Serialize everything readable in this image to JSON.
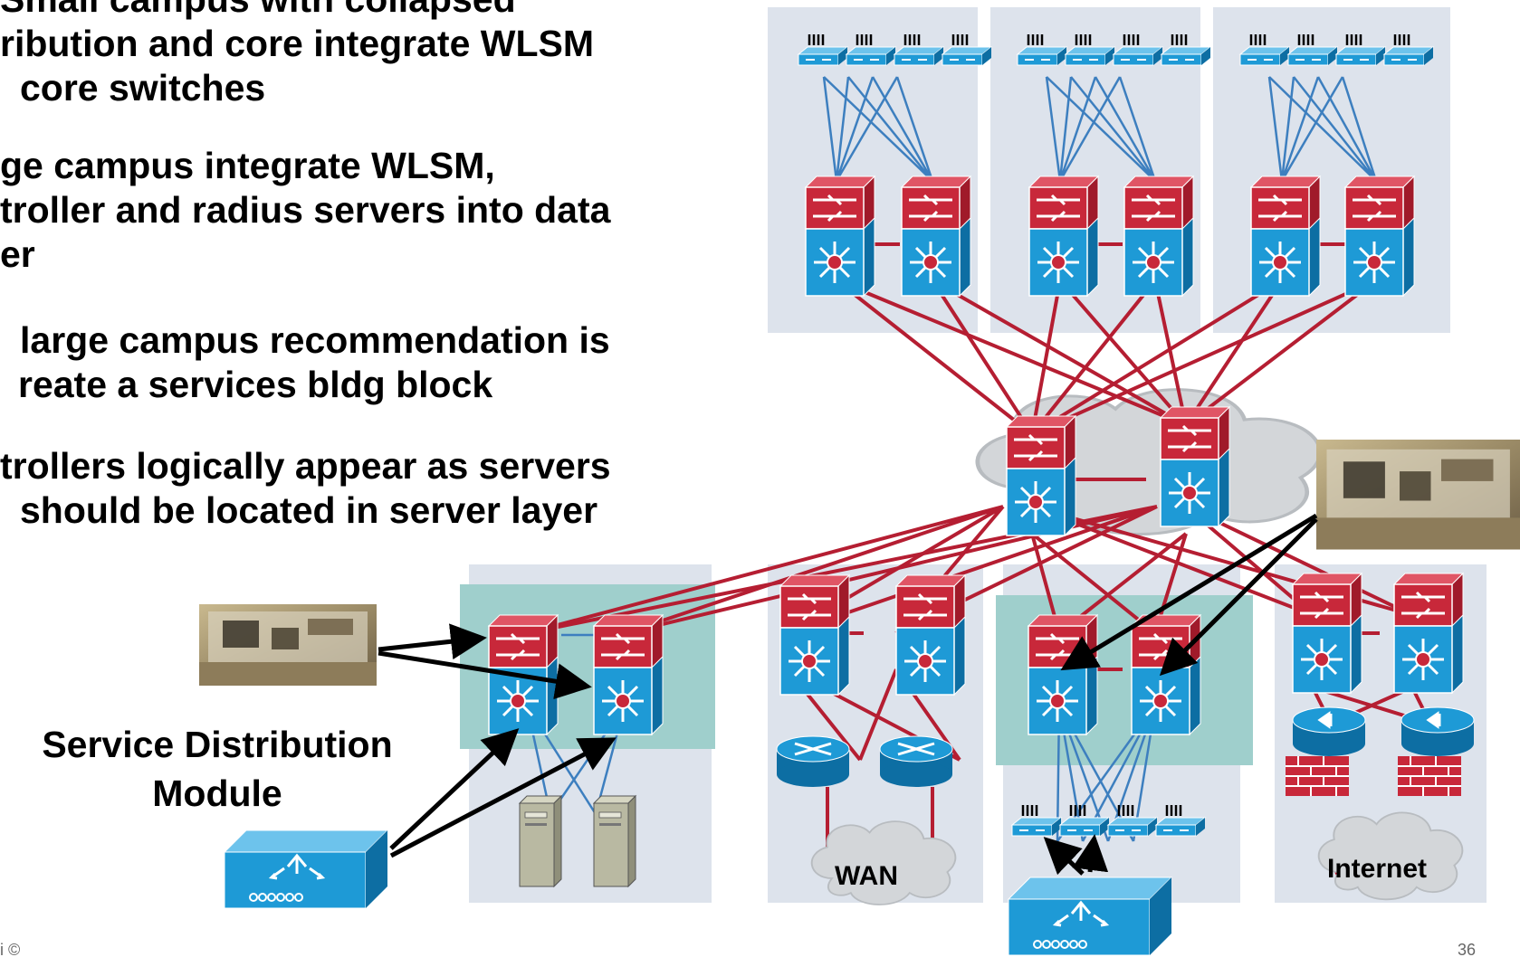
{
  "bullets": [
    {
      "lines": [
        "Small campus with collapsed",
        "ribution and core integrate WLSM",
        "core switches"
      ]
    },
    {
      "lines": [
        "ge campus integrate WLSM,",
        "troller and radius servers into data",
        "er"
      ]
    },
    {
      "lines": [
        "large campus recommendation is",
        "reate a services bldg block"
      ]
    },
    {
      "lines": [
        "trollers logically appear as servers",
        "should be located in server layer"
      ]
    }
  ],
  "module_label": [
    "Service Distribution",
    "Module"
  ],
  "clouds": {
    "wan": "WAN",
    "internet": "Internet"
  },
  "footer": {
    "left": "i ©",
    "page": "36"
  },
  "colors": {
    "switch_red": "#c8283a",
    "switch_blue": "#1e9ad6",
    "link_red": "#b51e32",
    "link_blue": "#3d7fbf",
    "panel": "#dde3ec",
    "teal": "#9fcfcc",
    "cloud": "#d3d6d9"
  },
  "icons": [
    "multilayer-switch-icon",
    "access-switch-icon",
    "router-icon",
    "firewall-icon",
    "server-icon",
    "wireless-controller-icon",
    "wlsm-module-photo",
    "cloud-icon",
    "content-switch-icon"
  ]
}
